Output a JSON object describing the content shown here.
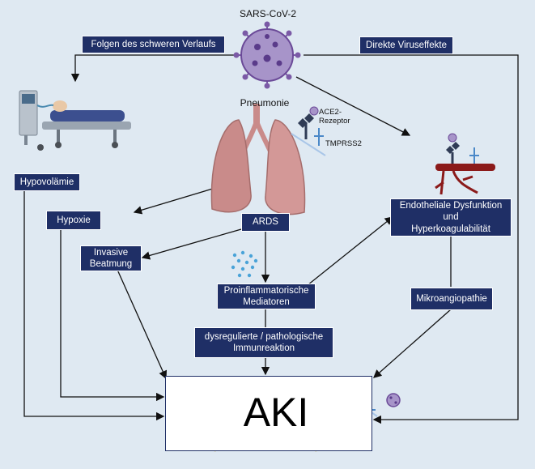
{
  "virus_title": "SARS-CoV-2",
  "pneumonia_label": "Pneumonie",
  "ace2_label": "ACE2-\nRezeptor",
  "tmprss2_label": "TMPRSS2",
  "boxes": {
    "severe_course": "Folgen des schweren Verlaufs",
    "direct_effects": "Direkte Viruseffekte",
    "hypovolemia": "Hypovolämie",
    "hypoxia": "Hypoxie",
    "ards": "ARDS",
    "invasive_ventilation": "Invasive\nBeatmung",
    "proinflammatory": "Proinflammatorische\nMediatoren",
    "immune_reaction": "dysregulierte / pathologische\nImmunreaktion",
    "endothelial": "Endotheliale Dysfunktion\nund\nHyperkoagulabilität",
    "microangiopathy": "Mikroangiopathie"
  },
  "aki_label": "AKI",
  "colors": {
    "background": "#dfe9f2",
    "box": "#1f2f66",
    "virus": "#7b5aa6",
    "lung": "#c98b8a",
    "kidney": "#8b5a4a",
    "vessel": "#8b1a1a"
  }
}
